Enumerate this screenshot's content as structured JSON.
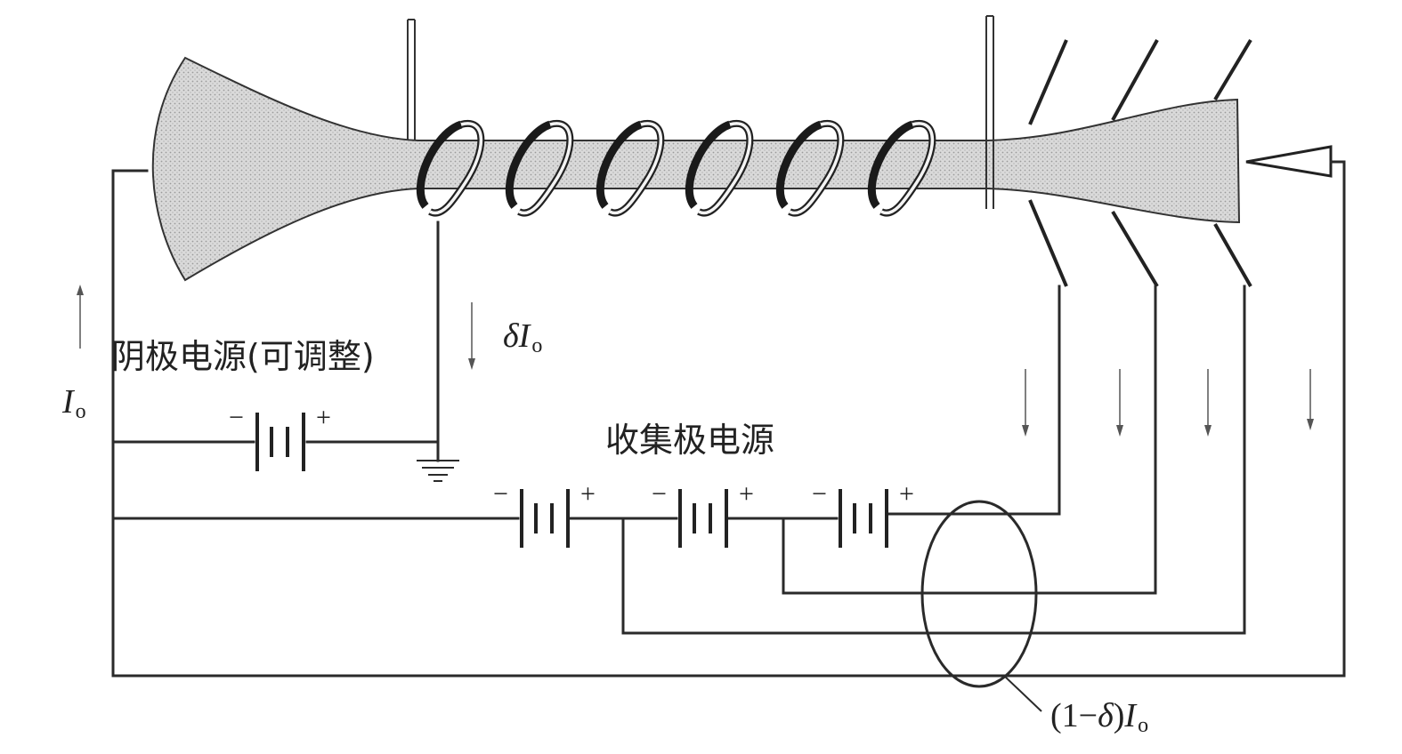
{
  "labels": {
    "cathode_supply": "阴极电源(可调整)",
    "collector_supply": "收集极电源",
    "cathode_current_main": "I",
    "cathode_current_sub": "o",
    "helix_current_delta": "δ",
    "helix_current_main": "I",
    "helix_current_sub": "o",
    "collector_current_prefix": "(1−",
    "collector_current_delta": "δ",
    "collector_current_close": ")",
    "collector_current_main": "I",
    "collector_current_sub": "o"
  },
  "battery_signs": {
    "minus": "−",
    "plus": "+"
  },
  "colors": {
    "line": "#2a2a2a",
    "beam_fill": "#cfcfcf",
    "helix": "#1a1a1a"
  }
}
